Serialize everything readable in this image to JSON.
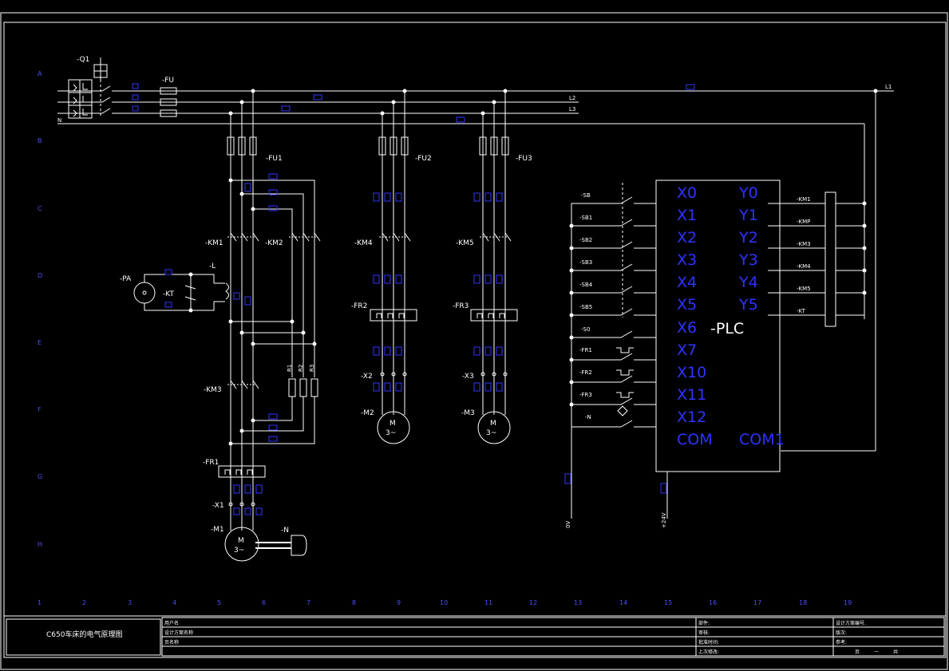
{
  "frame": {
    "row_labels": [
      "A",
      "B",
      "C",
      "D",
      "E",
      "F",
      "G",
      "H"
    ],
    "col_labels": [
      "1",
      "2",
      "3",
      "4",
      "5",
      "6",
      "7",
      "8",
      "9",
      "10",
      "11",
      "12",
      "13",
      "14",
      "15",
      "16",
      "17",
      "18",
      "19"
    ]
  },
  "supply": {
    "breaker": "-Q1",
    "fuse": "-FU",
    "lines": [
      "L1",
      "L2",
      "L3",
      "N"
    ]
  },
  "power_circuit": {
    "fu1": "-FU1",
    "fu2": "-FU2",
    "fu3": "-FU3",
    "km1": "-KM1",
    "km2": "-KM2",
    "km3": "-KM3",
    "km4": "-KM4",
    "km5": "-KM5",
    "fr1": "-FR1",
    "fr2": "-FR2",
    "fr3": "-FR3",
    "pa": "-PA",
    "kt": "-KT",
    "l": "-L",
    "x1": "-X1",
    "x2": "-X2",
    "x3": "-X3",
    "m1": "-M1",
    "m2": "-M2",
    "m3": "-M3",
    "n": "-N",
    "r1": "R1",
    "r2": "R2",
    "r3": "R3",
    "motor_m": "M",
    "motor_3": "3~"
  },
  "plc": {
    "name": "-PLC",
    "inputs": [
      "X0",
      "X1",
      "X2",
      "X3",
      "X4",
      "X5",
      "X6",
      "X7",
      "X10",
      "X11",
      "X12",
      "COM"
    ],
    "outputs": [
      "Y0",
      "Y1",
      "Y2",
      "Y3",
      "Y4",
      "Y5",
      "COM1"
    ],
    "input_devices": [
      "-SB",
      "-SB1",
      "-SB2",
      "-SB3",
      "-SB4",
      "-SB5",
      "-S0",
      "-FR1",
      "-FR2",
      "-FR3",
      "-N"
    ],
    "output_devices": [
      "-KM1",
      "-KMP",
      "-KM3",
      "-KM4",
      "-KM5",
      "-KT"
    ],
    "left_rail": "0V",
    "com_rail": "+24V"
  },
  "title_block": {
    "drawing_title": "C650车床的电气原理图",
    "fields": [
      "用户名",
      "设计方案名称",
      "页名称",
      "部件:",
      "审核:",
      "批准时间:",
      "上次修改:",
      "设计方案编号.",
      "版次:",
      "参考:"
    ],
    "page_cell": [
      "页",
      "一",
      "共"
    ]
  },
  "colors": {
    "background": "#000000",
    "wire": "#ffffff",
    "plc_io_text": "#2e33ff",
    "tag_box": "#3333ff"
  }
}
